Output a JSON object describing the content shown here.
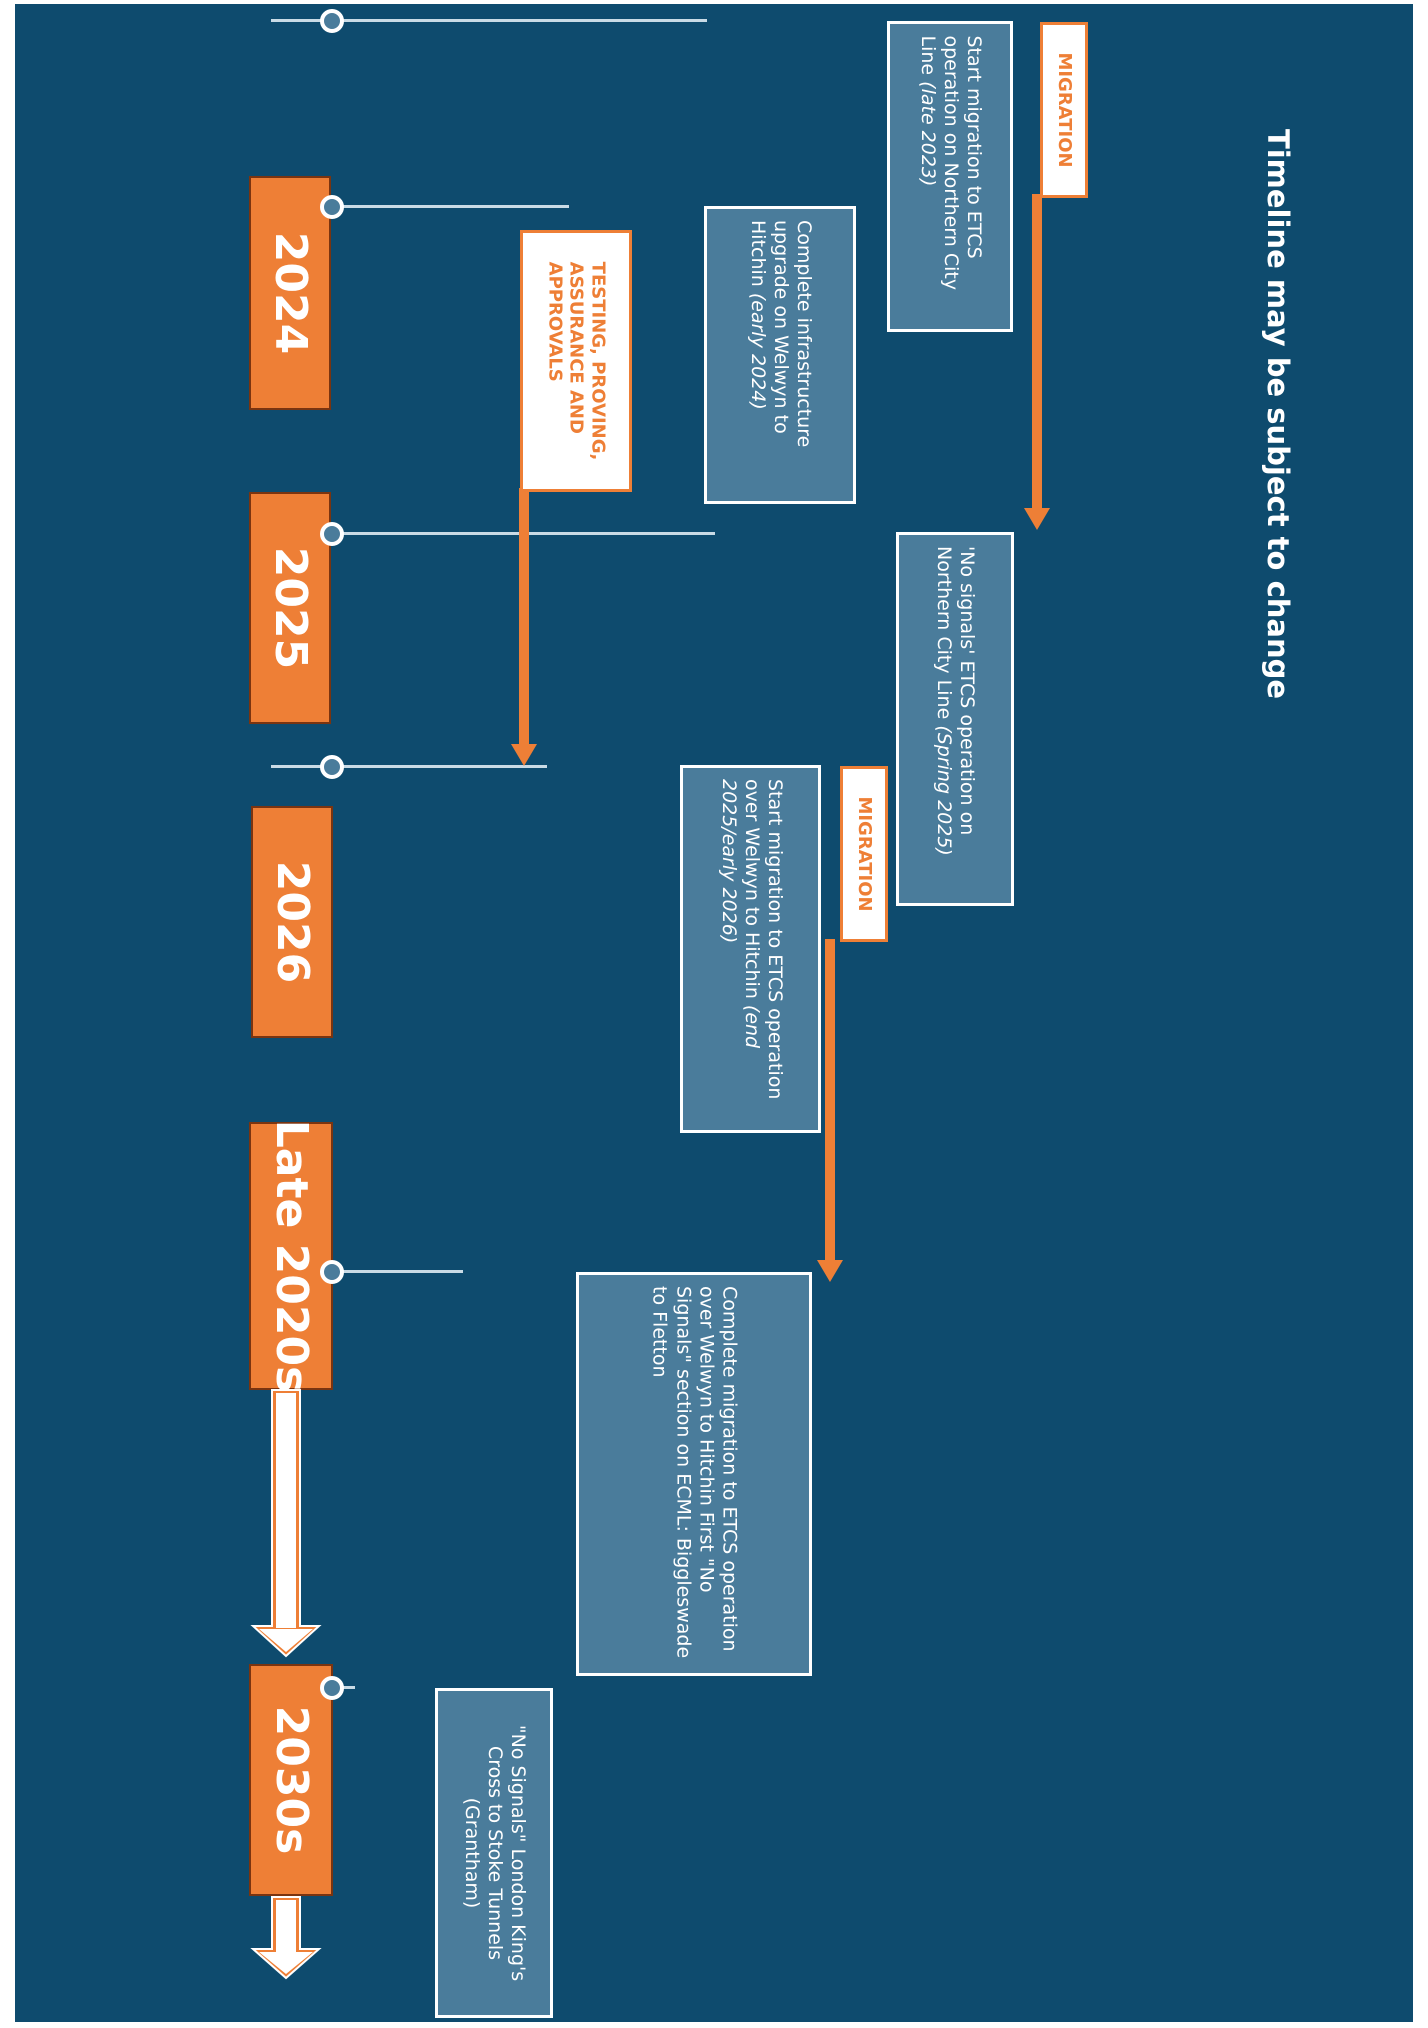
{
  "title": "Timeline may be subject to change",
  "years": [
    "2024",
    "2025",
    "2026",
    "Late 2020s",
    "2030s"
  ],
  "labels": {
    "migration_1": "MIGRATION",
    "testing_1": "TESTING, PROVING,",
    "testing_2": "ASSURANCE AND",
    "testing_3": "APPROVALS",
    "migration_2": "MIGRATION"
  },
  "milestones": [
    {
      "text": "Start migration to ETCS operation on Northern City Line",
      "note": "(late 2023)"
    },
    {
      "text": "Complete infrastructure upgrade on Welwyn to Hitchin",
      "note": "(early 2024)"
    },
    {
      "text": "'No signals' ETCS operation on Northern City Line",
      "note": "(Spring 2025)"
    },
    {
      "text": "Start migration to ETCS operation over Welwyn to Hitchin",
      "note": "(end 2025/early 2026)"
    },
    {
      "text": "Complete migration to ETCS operation over Welwyn to Hitchin First \"No Signals\" section on ECML: Biggleswade to Fletton",
      "note": ""
    },
    {
      "text": "\"No Signals\" London King's Cross to Stoke Tunnels (Grantham)",
      "note": ""
    }
  ],
  "colors": {
    "background": "#0e4b6e",
    "accent": "#ee7f36",
    "info_box": "#4a7c9b",
    "line": "#c9dbe6"
  }
}
